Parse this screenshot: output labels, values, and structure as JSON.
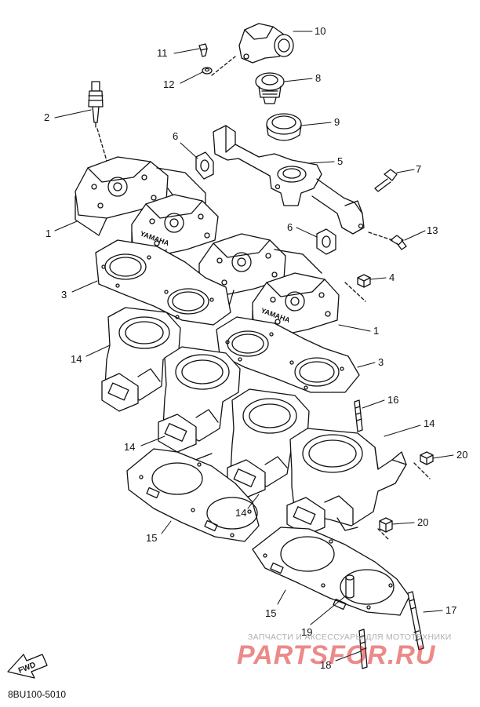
{
  "diagram": {
    "callouts": [
      {
        "id": "c10",
        "label": "10"
      },
      {
        "id": "c11",
        "label": "11"
      },
      {
        "id": "c12",
        "label": "12"
      },
      {
        "id": "c8",
        "label": "8"
      },
      {
        "id": "c2",
        "label": "2"
      },
      {
        "id": "c9",
        "label": "9"
      },
      {
        "id": "c6a",
        "label": "6"
      },
      {
        "id": "c5",
        "label": "5"
      },
      {
        "id": "c7",
        "label": "7"
      },
      {
        "id": "c1a",
        "label": "1"
      },
      {
        "id": "c6b",
        "label": "6"
      },
      {
        "id": "c13",
        "label": "13"
      },
      {
        "id": "c3a",
        "label": "3"
      },
      {
        "id": "c4",
        "label": "4"
      },
      {
        "id": "c1b",
        "label": "1"
      },
      {
        "id": "c14a",
        "label": "14"
      },
      {
        "id": "c3b",
        "label": "3"
      },
      {
        "id": "c16",
        "label": "16"
      },
      {
        "id": "c14b",
        "label": "14"
      },
      {
        "id": "c14c",
        "label": "14"
      },
      {
        "id": "c20a",
        "label": "20"
      },
      {
        "id": "c14d",
        "label": "14"
      },
      {
        "id": "c20b",
        "label": "20"
      },
      {
        "id": "c15a",
        "label": "15"
      },
      {
        "id": "c17",
        "label": "17"
      },
      {
        "id": "c15b",
        "label": "15"
      },
      {
        "id": "c19",
        "label": "19"
      },
      {
        "id": "c18",
        "label": "18"
      }
    ],
    "head_logo_text": "YAMAHA",
    "fwd_label": "FWD",
    "diagram_code": "8BU100-5010"
  },
  "watermark": {
    "tagline": "ЗАПЧАСТИ И АКСЕССУАРЫ ДЛЯ МОТОТЕХНИКИ",
    "brand": "PARTSFOR.RU"
  }
}
